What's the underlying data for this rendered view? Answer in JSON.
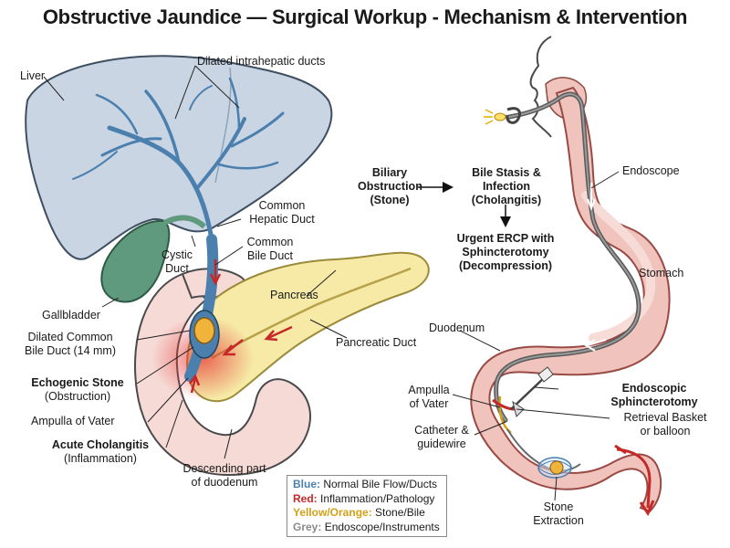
{
  "title": "Obstructive Jaundice — Surgical Workup - Mechanism & Intervention",
  "left_labels": {
    "liver": "Liver",
    "dilated_intrahepatic": "Dilated intrahepatic ducts",
    "common_hepatic_1": "Common",
    "common_hepatic_2": "Hepatic Duct",
    "common_bile_1": "Common",
    "common_bile_2": "Bile Duct",
    "cystic_1": "Cystic",
    "cystic_2": "Duct",
    "gallbladder": "Gallbladder",
    "pancreas": "Pancreas",
    "pancreatic_duct": "Pancreatic Duct",
    "dilated_cbd_1": "Dilated Common",
    "dilated_cbd_2": "Bile Duct (14 mm)",
    "echogenic_1": "Echogenic Stone",
    "echogenic_2": "(Obstruction)",
    "ampulla": "Ampulla of Vater",
    "cholangitis_1": "Acute Cholangitis",
    "cholangitis_2": "(Inflammation)",
    "descending_1": "Descending part",
    "descending_2": "of duodenum"
  },
  "flow": {
    "step1_1": "Biliary",
    "step1_2": "Obstruction",
    "step1_3": "(Stone)",
    "step2_1": "Bile Stasis &",
    "step2_2": "Infection",
    "step2_3": "(Cholangitis)",
    "step3_1": "Urgent ERCP with",
    "step3_2": "Sphincterotomy",
    "step3_3": "(Decompression)"
  },
  "right_labels": {
    "endoscope": "Endoscope",
    "stomach": "Stomach",
    "duodenum": "Duodenum",
    "ampulla_1": "Ampulla",
    "ampulla_2": "of Vater",
    "sphincterotomy_1": "Endoscopic",
    "sphincterotomy_2": "Sphincterotomy",
    "catheter_1": "Catheter &",
    "catheter_2": "guidewire",
    "retrieval_1": "Retrieval Basket",
    "retrieval_2": "or balloon",
    "stone_1": "Stone",
    "stone_2": "Extraction"
  },
  "legend": {
    "blue_key": "Blue:",
    "blue_text": " Normal Bile Flow/Ducts",
    "red_key": "Red:",
    "red_text": " Inflammation/Pathology",
    "yellow_key": "Yellow/Orange:",
    "yellow_text": " Stone/Bile",
    "grey_key": "Grey:",
    "grey_text": " Endoscope/Instruments"
  },
  "colors": {
    "blue": "#4a7fae",
    "red": "#c62828",
    "yellow": "#d4a017",
    "grey": "#8a8a8a",
    "liver": "#c9d5e3",
    "gallbladder": "#5f9a7e",
    "pancreas": "#f6eaa6",
    "duodenum": "#f6dad6",
    "gi_tract": "#f0c3bd"
  }
}
